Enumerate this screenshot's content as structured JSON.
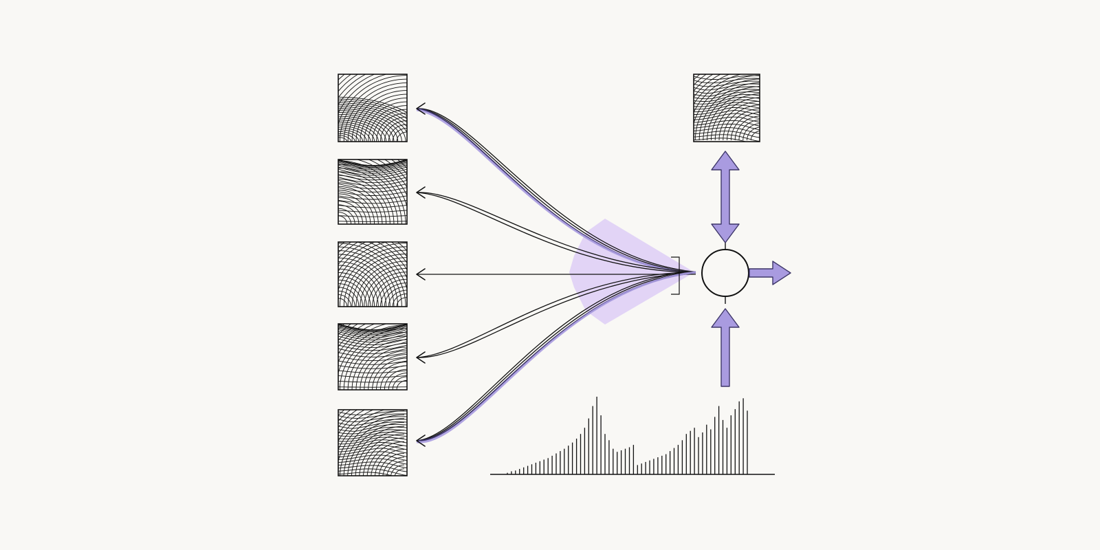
{
  "colors": {
    "background": "#f9f8f5",
    "ink": "#111111",
    "accent": "#a99be0",
    "accent_stroke": "#3d3668",
    "accent_glow": "#d9c8f5"
  },
  "icons": {
    "left_panels": [
      "warped-grid-panel",
      "warped-grid-panel",
      "warped-grid-panel",
      "warped-grid-panel",
      "warped-grid-panel"
    ],
    "output_panel": "warped-grid-panel",
    "hub": "circle-node-icon",
    "arrows": [
      "up-down-arrow-icon",
      "right-arrow-icon",
      "up-arrow-icon"
    ]
  },
  "spectrum": {
    "values": [
      2,
      4,
      5,
      7,
      9,
      11,
      13,
      15,
      17,
      19,
      21,
      24,
      27,
      30,
      33,
      37,
      41,
      46,
      52,
      60,
      72,
      88,
      100,
      76,
      52,
      44,
      33,
      29,
      31,
      33,
      35,
      38,
      12,
      14,
      16,
      18,
      20,
      22,
      24,
      26,
      30,
      34,
      38,
      44,
      52,
      56,
      60,
      48,
      54,
      64,
      58,
      74,
      88,
      70,
      60,
      76,
      84,
      94,
      98,
      82
    ]
  }
}
